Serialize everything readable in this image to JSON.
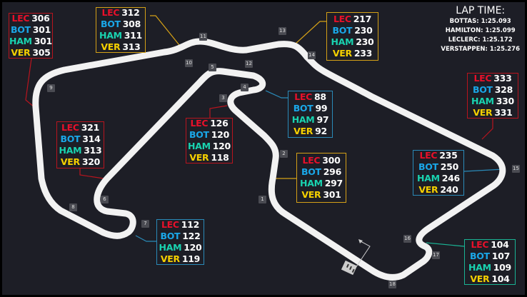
{
  "colors": {
    "LEC": "#e8102a",
    "BOT": "#1aa7e8",
    "HAM": "#19d3b0",
    "VER": "#f5d000",
    "red": "#b8141e",
    "gold": "#d4a017",
    "blue": "#2a8ab8",
    "teal": "#1ab394"
  },
  "lap_time": {
    "title": "LAP TIME:",
    "entries": [
      "BOTTAS: 1:25.093",
      "HAMILTON: 1:25.099",
      "LECLERC:  1:25.172",
      "VERSTAPPEN: 1:25.276"
    ]
  },
  "turns": [
    "1",
    "2",
    "3",
    "4",
    "5",
    "6",
    "7",
    "8",
    "9",
    "10",
    "11",
    "12",
    "13",
    "14",
    "15",
    "16",
    "17",
    "18"
  ],
  "speed_boxes": [
    {
      "border": "red",
      "rows": [
        [
          "LEC",
          "306"
        ],
        [
          "BOT",
          "301"
        ],
        [
          "HAM",
          "301"
        ],
        [
          "VER",
          "305"
        ]
      ]
    },
    {
      "border": "gold",
      "rows": [
        [
          "LEC",
          "312"
        ],
        [
          "BOT",
          "308"
        ],
        [
          "HAM",
          "311"
        ],
        [
          "VER",
          "313"
        ]
      ]
    },
    {
      "border": "gold",
      "rows": [
        [
          "LEC",
          "217"
        ],
        [
          "BOT",
          "230"
        ],
        [
          "HAM",
          "230"
        ],
        [
          "VER",
          "233"
        ]
      ]
    },
    {
      "border": "blue",
      "rows": [
        [
          "LEC",
          "88"
        ],
        [
          "BOT",
          "99"
        ],
        [
          "HAM",
          "97"
        ],
        [
          "VER",
          "92"
        ]
      ]
    },
    {
      "border": "red",
      "rows": [
        [
          "LEC",
          "126"
        ],
        [
          "BOT",
          "120"
        ],
        [
          "HAM",
          "120"
        ],
        [
          "VER",
          "118"
        ]
      ]
    },
    {
      "border": "red",
      "rows": [
        [
          "LEC",
          "321"
        ],
        [
          "BOT",
          "314"
        ],
        [
          "HAM",
          "313"
        ],
        [
          "VER",
          "320"
        ]
      ]
    },
    {
      "border": "blue",
      "rows": [
        [
          "LEC",
          "112"
        ],
        [
          "BOT",
          "122"
        ],
        [
          "HAM",
          "120"
        ],
        [
          "VER",
          "119"
        ]
      ]
    },
    {
      "border": "gold",
      "rows": [
        [
          "LEC",
          "300"
        ],
        [
          "BOT",
          "296"
        ],
        [
          "HAM",
          "297"
        ],
        [
          "VER",
          "301"
        ]
      ]
    },
    {
      "border": "blue",
      "rows": [
        [
          "LEC",
          "235"
        ],
        [
          "BOT",
          "250"
        ],
        [
          "HAM",
          "246"
        ],
        [
          "VER",
          "240"
        ]
      ]
    },
    {
      "border": "red",
      "rows": [
        [
          "LEC",
          "333"
        ],
        [
          "BOT",
          "328"
        ],
        [
          "HAM",
          "330"
        ],
        [
          "VER",
          "331"
        ]
      ]
    },
    {
      "border": "teal",
      "rows": [
        [
          "LEC",
          "104"
        ],
        [
          "BOT",
          "107"
        ],
        [
          "HAM",
          "109"
        ],
        [
          "VER",
          "104"
        ]
      ]
    }
  ]
}
